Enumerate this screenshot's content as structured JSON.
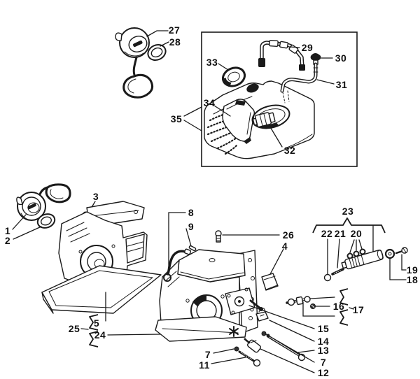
{
  "diagram": {
    "type": "exploded-parts-diagram",
    "subject": "chainsaw crankcase, fuel tank and oiler assembly",
    "background_color": "#ffffff",
    "line_color": "#1a1a1a",
    "callouts": [
      {
        "part": "1"
      },
      {
        "part": "2"
      },
      {
        "part": "3"
      },
      {
        "part": "4"
      },
      {
        "part": "5"
      },
      {
        "part": "7"
      },
      {
        "part": "7"
      },
      {
        "part": "8"
      },
      {
        "part": "9"
      },
      {
        "part": "11"
      },
      {
        "part": "12"
      },
      {
        "part": "13"
      },
      {
        "part": "14"
      },
      {
        "part": "15"
      },
      {
        "part": "16"
      },
      {
        "part": "17"
      },
      {
        "part": "18"
      },
      {
        "part": "19"
      },
      {
        "part": "20"
      },
      {
        "part": "21"
      },
      {
        "part": "22"
      },
      {
        "part": "23"
      },
      {
        "part": "24"
      },
      {
        "part": "25"
      },
      {
        "part": "26"
      },
      {
        "part": "27"
      },
      {
        "part": "28"
      },
      {
        "part": "29"
      },
      {
        "part": "30"
      },
      {
        "part": "31"
      },
      {
        "part": "32"
      },
      {
        "part": "33"
      },
      {
        "part": "34"
      },
      {
        "part": "35"
      }
    ]
  }
}
